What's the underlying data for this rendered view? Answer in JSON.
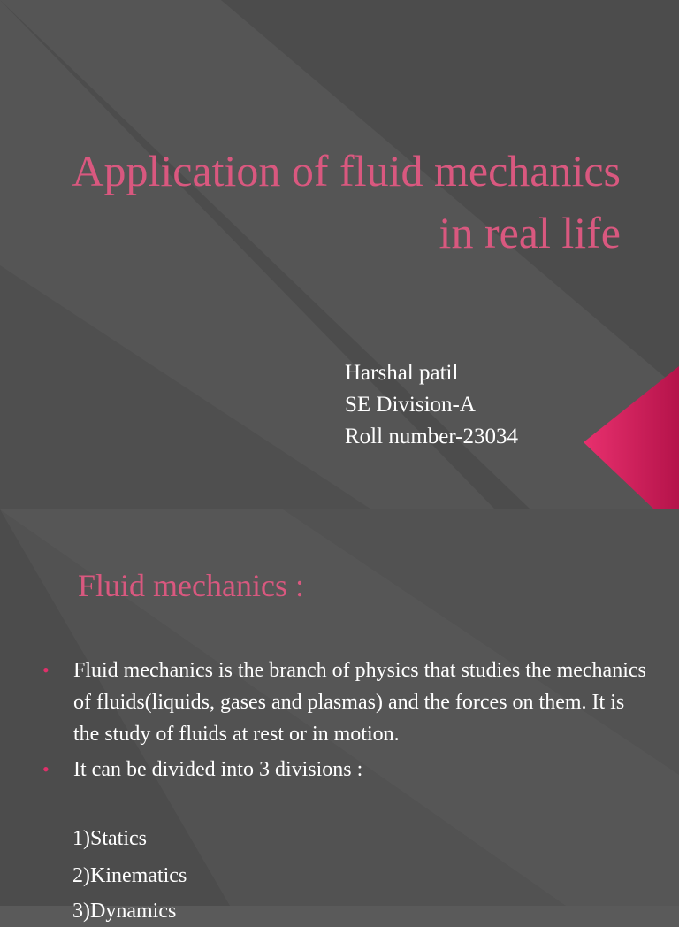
{
  "slide1": {
    "title": "Application of fluid mechanics in real life",
    "author_lines": [
      "Harshal patil",
      "SE Division-A",
      "Roll number-23034"
    ]
  },
  "slide2": {
    "heading": "Fluid mechanics :",
    "bullets": [
      "Fluid mechanics is the branch of physics that studies the mechanics of fluids(liquids, gases and plasmas) and the forces on them. It is the study of fluids at rest or in motion.",
      "It can be divided into 3 divisions :"
    ],
    "divisions": [
      "1)Statics",
      "2)Kinematics",
      "3)Dynamics"
    ]
  },
  "colors": {
    "background": "#545454",
    "title": "#d9587f",
    "text": "#ffffff",
    "accent": "#e0306a"
  },
  "icons": [
    "bullet-dot-icon",
    "pink-arrow-decoration"
  ]
}
